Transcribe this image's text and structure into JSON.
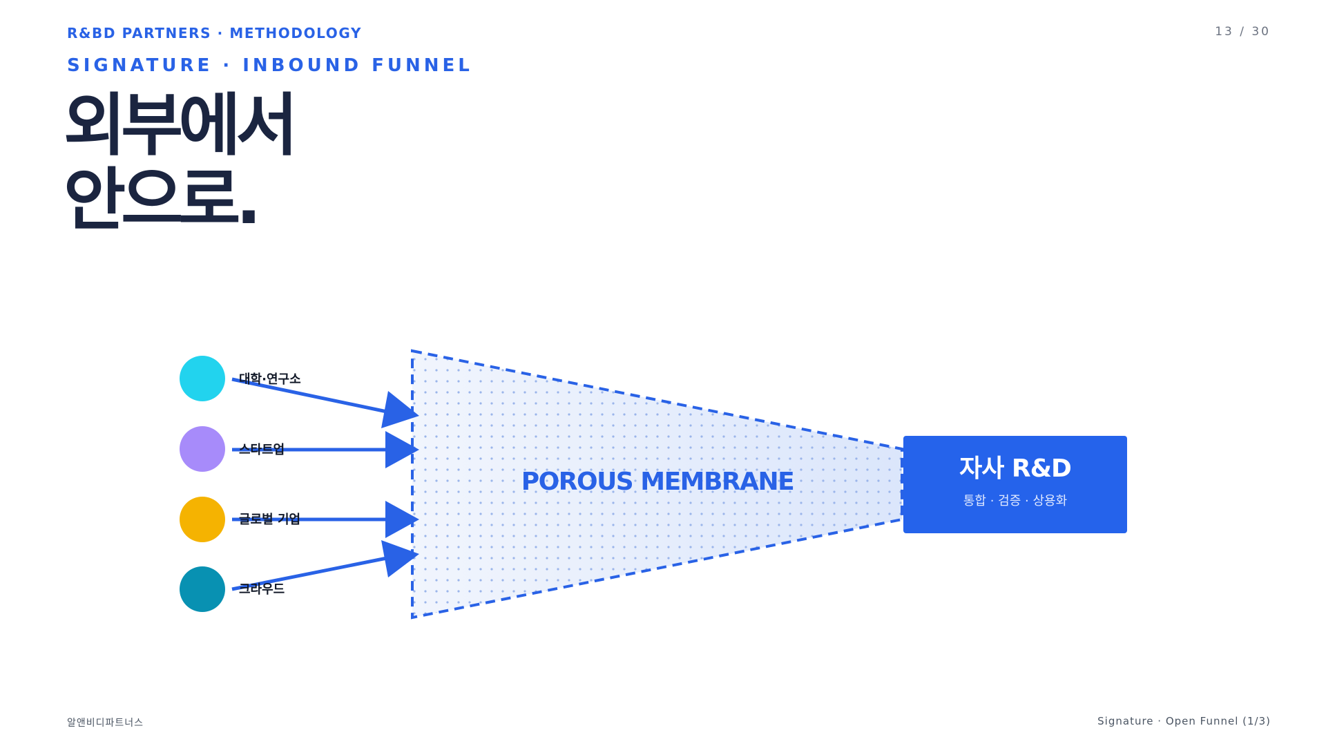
{
  "header": {
    "brand": "R&BD PARTNERS · METHODOLOGY",
    "page_indicator": "13 / 30",
    "kicker": "SIGNATURE · INBOUND FUNNEL",
    "title_line1": "외부에서",
    "title_line2": "안으로."
  },
  "diagram": {
    "sources": [
      {
        "label": "대학·연구소",
        "color": "#22d3ee"
      },
      {
        "label": "스타트업",
        "color": "#a78bfa"
      },
      {
        "label": "글로벌 기업",
        "color": "#f5b301"
      },
      {
        "label": "크라우드",
        "color": "#0891b2"
      }
    ],
    "membrane_label": "POROUS MEMBRANE",
    "target": {
      "title": "자사 R&D",
      "subtitle": "통합 · 검증 · 상용화"
    },
    "accent_color": "#2962e6"
  },
  "footer": {
    "left": "알앤비디파트너스",
    "right": "Signature · Open Funnel (1/3)"
  }
}
